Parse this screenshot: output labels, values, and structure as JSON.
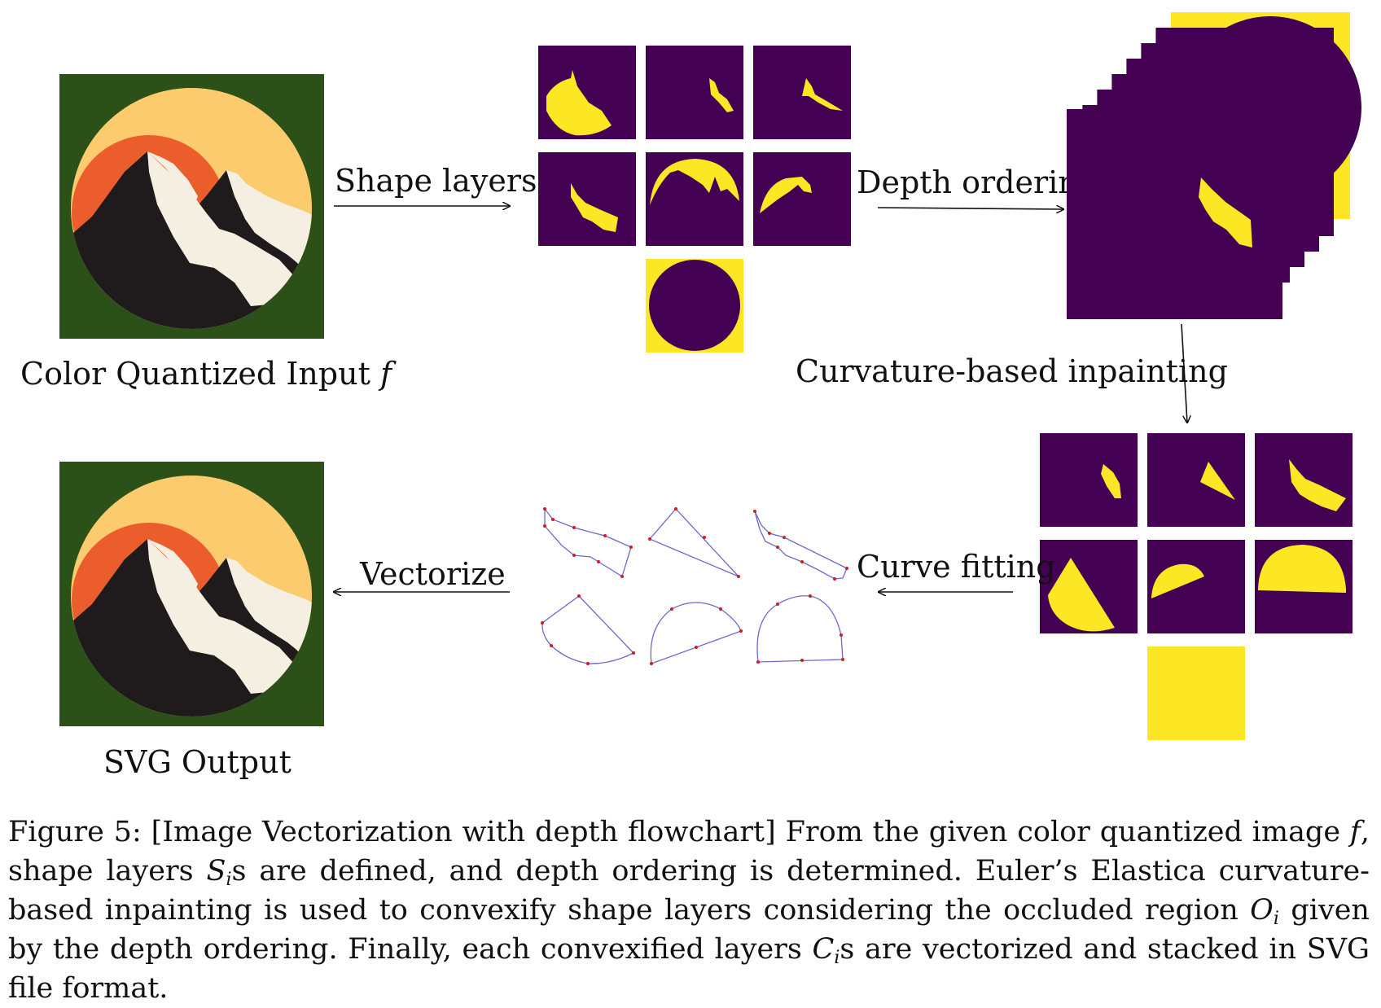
{
  "figure": {
    "labels": {
      "input": "Color Quantized Input",
      "input_symbol": "f",
      "shape_layers": "Shape layers",
      "depth_ordering": "Depth ordering",
      "inpainting": "Curvature-based inpainting",
      "curve_fitting": "Curve fitting",
      "vectorize": "Vectorize",
      "output": "SVG Output"
    },
    "colors": {
      "background_green": "#2b5118",
      "sun": "#fccb6d",
      "orange": "#ec5d2e",
      "mountain_dark": "#1f1b1c",
      "snow": "#f5efe2",
      "layer_purple": "#440154",
      "layer_yellow": "#fde725",
      "curve_blue": "#6a6acf",
      "control_point_red": "#d01c1c"
    }
  },
  "caption": {
    "figure_label": "Figure 5:",
    "bracket_title": "[Image Vectorization with depth flowchart]",
    "seg1": "From the given color quantized image",
    "sym_f": "f",
    "seg2": ", shape layers",
    "sym_S": "S",
    "sub_i_1": "i",
    "seg3": "s are defined, and depth ordering is determined. Euler’s Elastica curvature-based inpainting is used to convexify shape layers considering the occluded region",
    "sym_O": "O",
    "sub_i_2": "i",
    "seg4": "given by the depth ordering. Finally, each convexified layers",
    "sym_C": "C",
    "sub_i_3": "i",
    "seg5": "s are vectorized and stacked in SVG file format."
  }
}
